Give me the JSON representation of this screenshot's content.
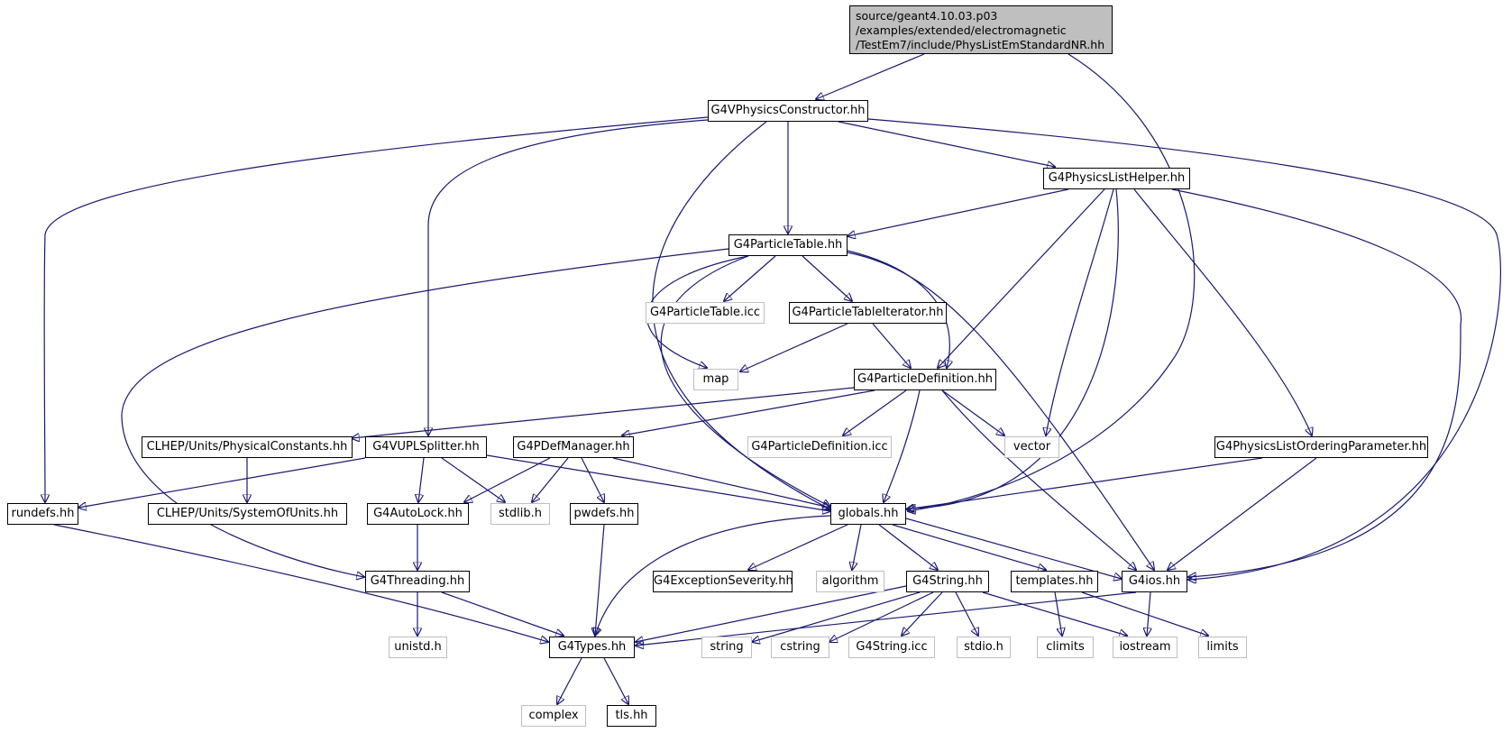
{
  "root": {
    "line1": "source/geant4.10.03.p03",
    "line2": "/examples/extended/electromagnetic",
    "line3": "/TestEm7/include/PhysListEmStandardNR.hh"
  },
  "nodes": {
    "g4vphysicsconstructor": "G4VPhysicsConstructor.hh",
    "g4physicslisthelper": "G4PhysicsListHelper.hh",
    "g4particletable": "G4ParticleTable.hh",
    "g4particletable_icc": "G4ParticleTable.icc",
    "g4particletableiterator": "G4ParticleTableIterator.hh",
    "map": "map",
    "g4particledefinition": "G4ParticleDefinition.hh",
    "physicalconstants": "CLHEP/Units/PhysicalConstants.hh",
    "g4vuplsplitter": "G4VUPLSplitter.hh",
    "g4pdefmanager": "G4PDefManager.hh",
    "g4particledefinition_icc": "G4ParticleDefinition.icc",
    "vector": "vector",
    "g4physicslistorderingparameter": "G4PhysicsListOrderingParameter.hh",
    "rundefs": "rundefs.hh",
    "systemofunits": "CLHEP/Units/SystemOfUnits.hh",
    "g4autolock": "G4AutoLock.hh",
    "stdlib": "stdlib.h",
    "pwdefs": "pwdefs.hh",
    "globals": "globals.hh",
    "g4threading": "G4Threading.hh",
    "g4exceptionseverity": "G4ExceptionSeverity.hh",
    "algorithm": "algorithm",
    "g4string": "G4String.hh",
    "templates": "templates.hh",
    "g4ios": "G4ios.hh",
    "unistd": "unistd.h",
    "g4types": "G4Types.hh",
    "string": "string",
    "cstring": "cstring",
    "g4string_icc": "G4String.icc",
    "stdio": "stdio.h",
    "climits": "climits",
    "iostream": "iostream",
    "limits": "limits",
    "complex": "complex",
    "tls": "tls.hh"
  },
  "colors": {
    "edge": "#191970",
    "root_fill": "#bfbfbf",
    "project_border": "#000000",
    "system_border": "#bfbfbf"
  }
}
